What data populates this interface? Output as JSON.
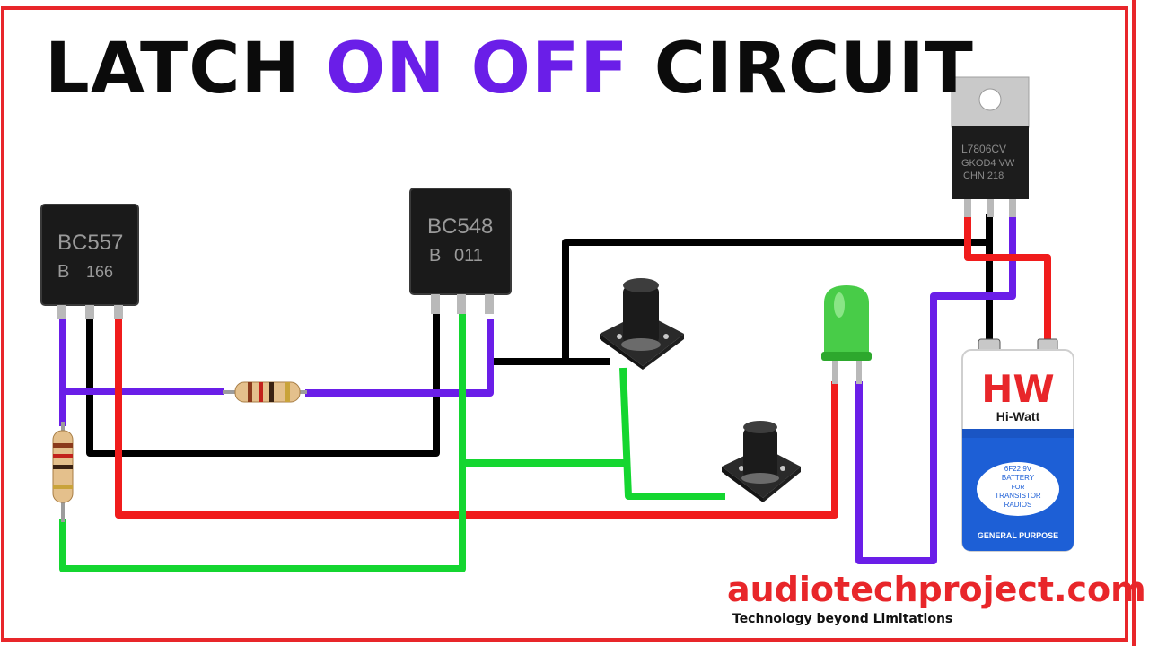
{
  "title": {
    "w1": "LATCH",
    "w2": "ON",
    "w3": "OFF",
    "w4": "CIRCUIT"
  },
  "components": {
    "q1": {
      "line1": "BC557",
      "line2": "B",
      "line3": "166"
    },
    "q2": {
      "line1": "BC548",
      "line2": "B",
      "line3": "011"
    },
    "regulator": {
      "line1": "L7806CV",
      "line2": "GKOD4 VW",
      "line3": "CHN 218"
    },
    "battery": {
      "brand_logo": "HW",
      "brand_name": "Hi-Watt",
      "label_lines": [
        "6F22 9V",
        "BATTERY",
        "FOR",
        "TRANSISTOR",
        "RADIOS"
      ],
      "footer": "GENERAL PURPOSE"
    }
  },
  "footer": {
    "site": "audiotechproject.com",
    "tagline": "Technology beyond Limitations"
  },
  "colors": {
    "border": "#e8262a",
    "title_black": "#0b0b0b",
    "title_accent": "#6a1ee8",
    "wire_black": "#000000",
    "wire_purple": "#6a1ee8",
    "wire_red": "#f01c1c",
    "wire_green": "#14d630",
    "battery_blue": "#1d5fd6",
    "led_green": "#2ecc2e"
  }
}
